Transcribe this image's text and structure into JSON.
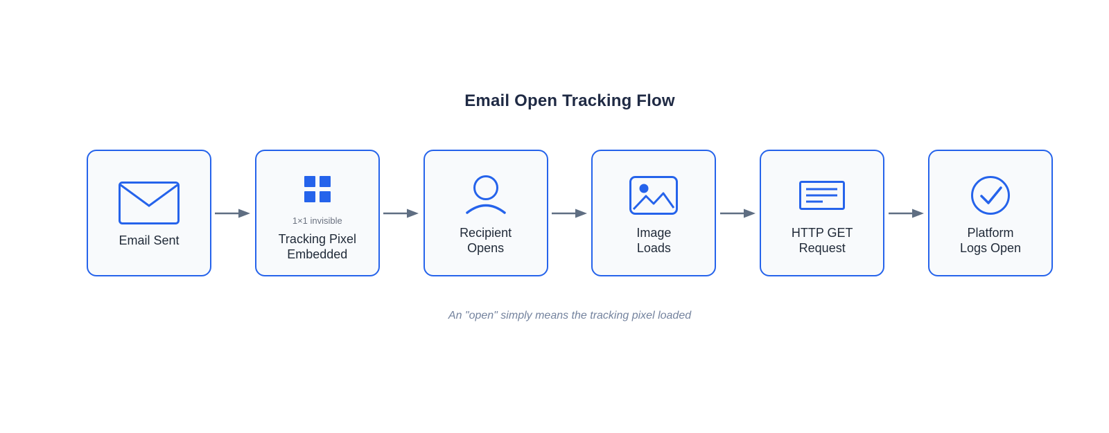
{
  "title": "Email Open Tracking Flow",
  "caption": "An \"open\" simply means the tracking pixel loaded",
  "colors": {
    "accent_blue": "#2563eb",
    "box_background": "#f8fafc",
    "box_border": "#2563eb",
    "title_text": "#1f2a44",
    "label_text": "#1f2937",
    "sublabel_text": "#6b7280",
    "caption_text": "#74839e",
    "arrow": "#5f6e82"
  },
  "flow": {
    "steps": [
      {
        "id": "email-sent",
        "icon": "envelope-icon",
        "label": "Email Sent",
        "sublabel": ""
      },
      {
        "id": "tracking-pixel-embedded",
        "icon": "pixel-grid-icon",
        "label": "Tracking Pixel\nEmbedded",
        "sublabel": "1×1 invisible"
      },
      {
        "id": "recipient-opens",
        "icon": "person-icon",
        "label": "Recipient\nOpens",
        "sublabel": ""
      },
      {
        "id": "image-loads",
        "icon": "image-icon",
        "label": "Image\nLoads",
        "sublabel": ""
      },
      {
        "id": "http-get-request",
        "icon": "document-lines-icon",
        "label": "HTTP GET\nRequest",
        "sublabel": ""
      },
      {
        "id": "platform-logs-open",
        "icon": "check-circle-icon",
        "label": "Platform\nLogs Open",
        "sublabel": ""
      }
    ]
  }
}
